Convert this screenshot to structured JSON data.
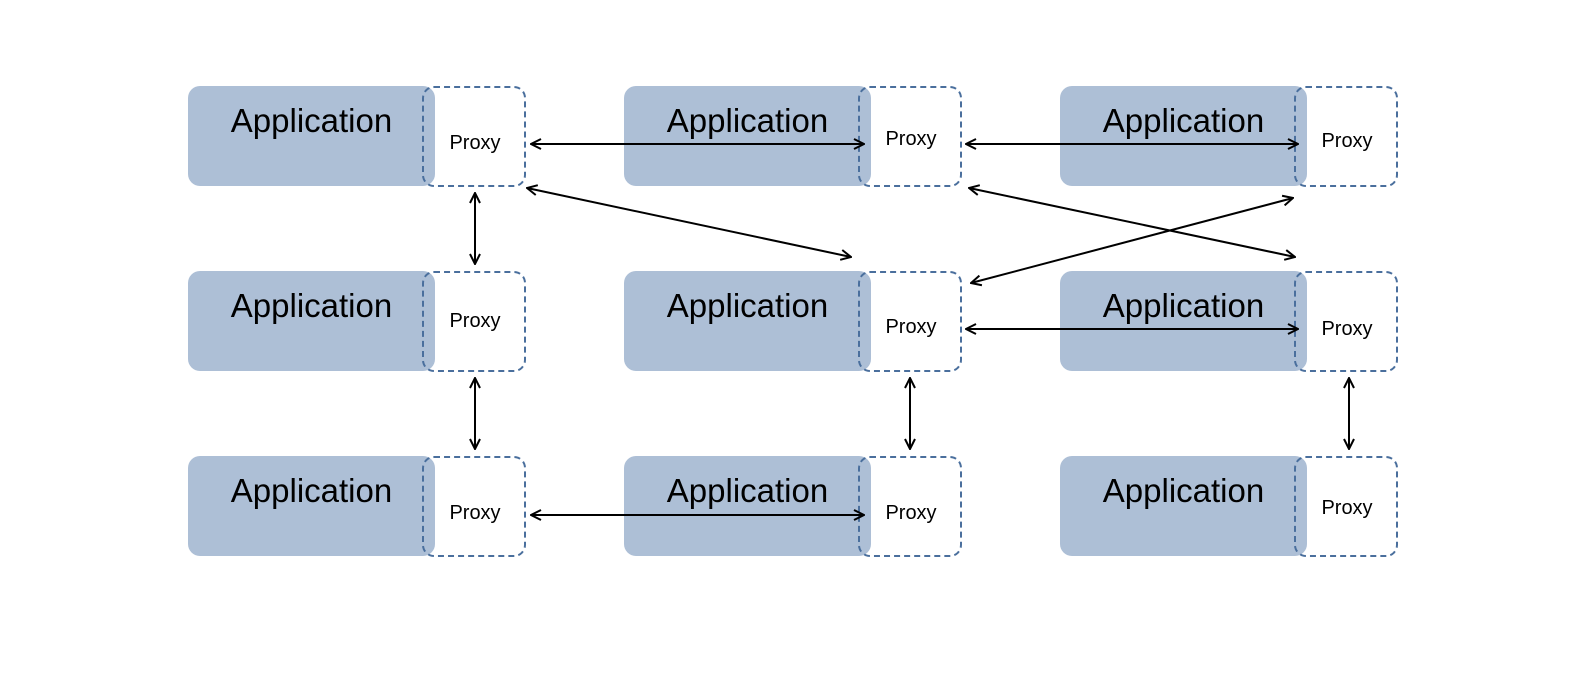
{
  "app_label": "Application",
  "proxy_label": "Proxy",
  "colors": {
    "app_fill": "#adbfd6",
    "proxy_border": "#4a6f9d",
    "arrow": "#000000"
  },
  "nodes": [
    {
      "id": "r1c1",
      "app": "Application",
      "proxy": "Proxy"
    },
    {
      "id": "r1c2",
      "app": "Application",
      "proxy": "Proxy"
    },
    {
      "id": "r1c3",
      "app": "Application",
      "proxy": "Proxy"
    },
    {
      "id": "r2c1",
      "app": "Application",
      "proxy": "Proxy"
    },
    {
      "id": "r2c2",
      "app": "Application",
      "proxy": "Proxy"
    },
    {
      "id": "r2c3",
      "app": "Application",
      "proxy": "Proxy"
    },
    {
      "id": "r3c1",
      "app": "Application",
      "proxy": "Proxy"
    },
    {
      "id": "r3c2",
      "app": "Application",
      "proxy": "Proxy"
    },
    {
      "id": "r3c3",
      "app": "Application",
      "proxy": "Proxy"
    }
  ],
  "edges": [
    {
      "from": "r1c1",
      "to": "r1c2",
      "bidirectional": true
    },
    {
      "from": "r1c2",
      "to": "r1c3",
      "bidirectional": true
    },
    {
      "from": "r1c1",
      "to": "r2c2",
      "bidirectional": true
    },
    {
      "from": "r1c2",
      "to": "r2c3",
      "bidirectional": true
    },
    {
      "from": "r2c2",
      "to": "r1c3",
      "bidirectional": true
    },
    {
      "from": "r1c1",
      "to": "r2c1",
      "bidirectional": true
    },
    {
      "from": "r2c2",
      "to": "r2c3",
      "bidirectional": true
    },
    {
      "from": "r2c1",
      "to": "r3c1",
      "bidirectional": true
    },
    {
      "from": "r2c2",
      "to": "r3c2",
      "bidirectional": true
    },
    {
      "from": "r2c3",
      "to": "r3c3",
      "bidirectional": true
    },
    {
      "from": "r3c1",
      "to": "r3c2",
      "bidirectional": true
    }
  ]
}
